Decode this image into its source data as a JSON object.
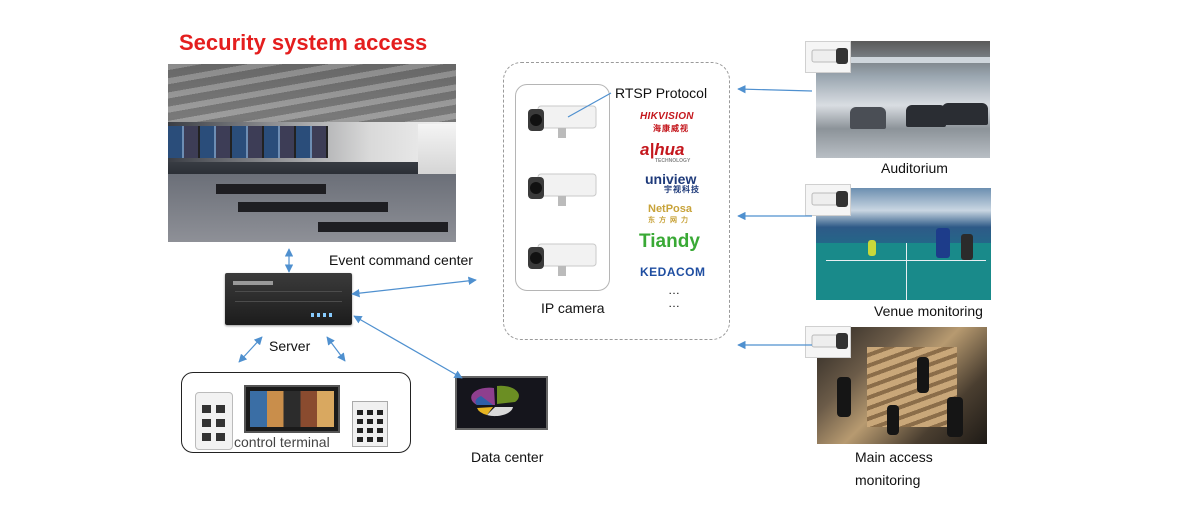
{
  "title": "Security system access",
  "labels": {
    "event_command_center": "Event command center",
    "server": "Server",
    "control_terminal": "control terminal",
    "data_center": "Data center",
    "rtsp_protocol": "RTSP Protocol",
    "ip_camera": "IP camera",
    "auditorium": "Auditorium",
    "venue_monitoring": "Venue monitoring",
    "main_access_line1": "Main access",
    "main_access_line2": "monitoring"
  },
  "brands": {
    "hikvision": "HIKVISION",
    "hikvision_cn": "海康威视",
    "dahua": "a|hua",
    "dahua_tag": "TECHNOLOGY",
    "uniview": "uniview",
    "uniview_cn": "宇视科技",
    "netposa": "NetPosa",
    "netposa_cn": "东方网力",
    "tiandy": "Tiandy",
    "kedacom": "KEDACOM",
    "ellipsis1": "…",
    "ellipsis2": "…"
  },
  "colors": {
    "title_red": "#e41e1e",
    "arrow_blue": "#4f90cf",
    "hikvision_red": "#c4171d",
    "dahua_red": "#c4171d",
    "uniview_blue": "#1e3a7a",
    "netposa_gold": "#c8a33a",
    "tiandy_green": "#39a935",
    "kedacom_blue": "#1f4ea1"
  },
  "icons": {
    "camera": "bullet-camera-icon",
    "server": "rack-server-icon",
    "phone": "tablet-icon",
    "monitor": "monitor-icon",
    "keypad": "keypad-icon",
    "data_center": "pie-chart-monitor-icon"
  }
}
